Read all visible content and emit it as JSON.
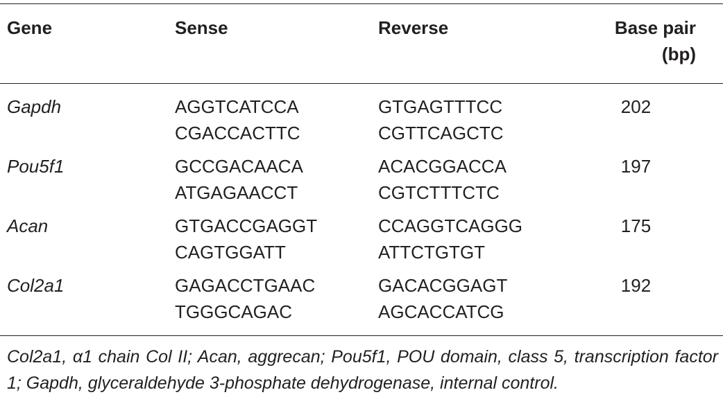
{
  "table": {
    "headers": {
      "gene": "Gene",
      "sense": "Sense",
      "reverse": "Reverse",
      "base_pair_line1": "Base pair",
      "base_pair_line2": "(bp)"
    },
    "rows": [
      {
        "gene": "Gapdh",
        "sense": [
          "AGGTCATCCA",
          "CGACCACTTC"
        ],
        "reverse": [
          "GTGAGTTTCC",
          "CGTTCAGCTC"
        ],
        "bp": "202"
      },
      {
        "gene": "Pou5f1",
        "sense": [
          "GCCGACAACA",
          "ATGAGAACCT"
        ],
        "reverse": [
          "ACACGGACCA",
          "CGTCTTTCTC"
        ],
        "bp": "197"
      },
      {
        "gene": "Acan",
        "sense": [
          "GTGACCGAGGT",
          "CAGTGGATT"
        ],
        "reverse": [
          "CCAGGTCAGGG",
          "ATTCTGTGT"
        ],
        "bp": "175"
      },
      {
        "gene": "Col2a1",
        "sense": [
          "GAGACCTGAAC",
          "TGGGCAGAC"
        ],
        "reverse": [
          "GACACGGAGT",
          "AGCACCATCG"
        ],
        "bp": "192"
      }
    ],
    "footnote": "Col2a1, α1 chain Col II; Acan, aggrecan; Pou5f1, POU domain, class 5, transcription factor 1; Gapdh, glyceraldehyde 3-phosphate dehydrogenase, internal control."
  }
}
